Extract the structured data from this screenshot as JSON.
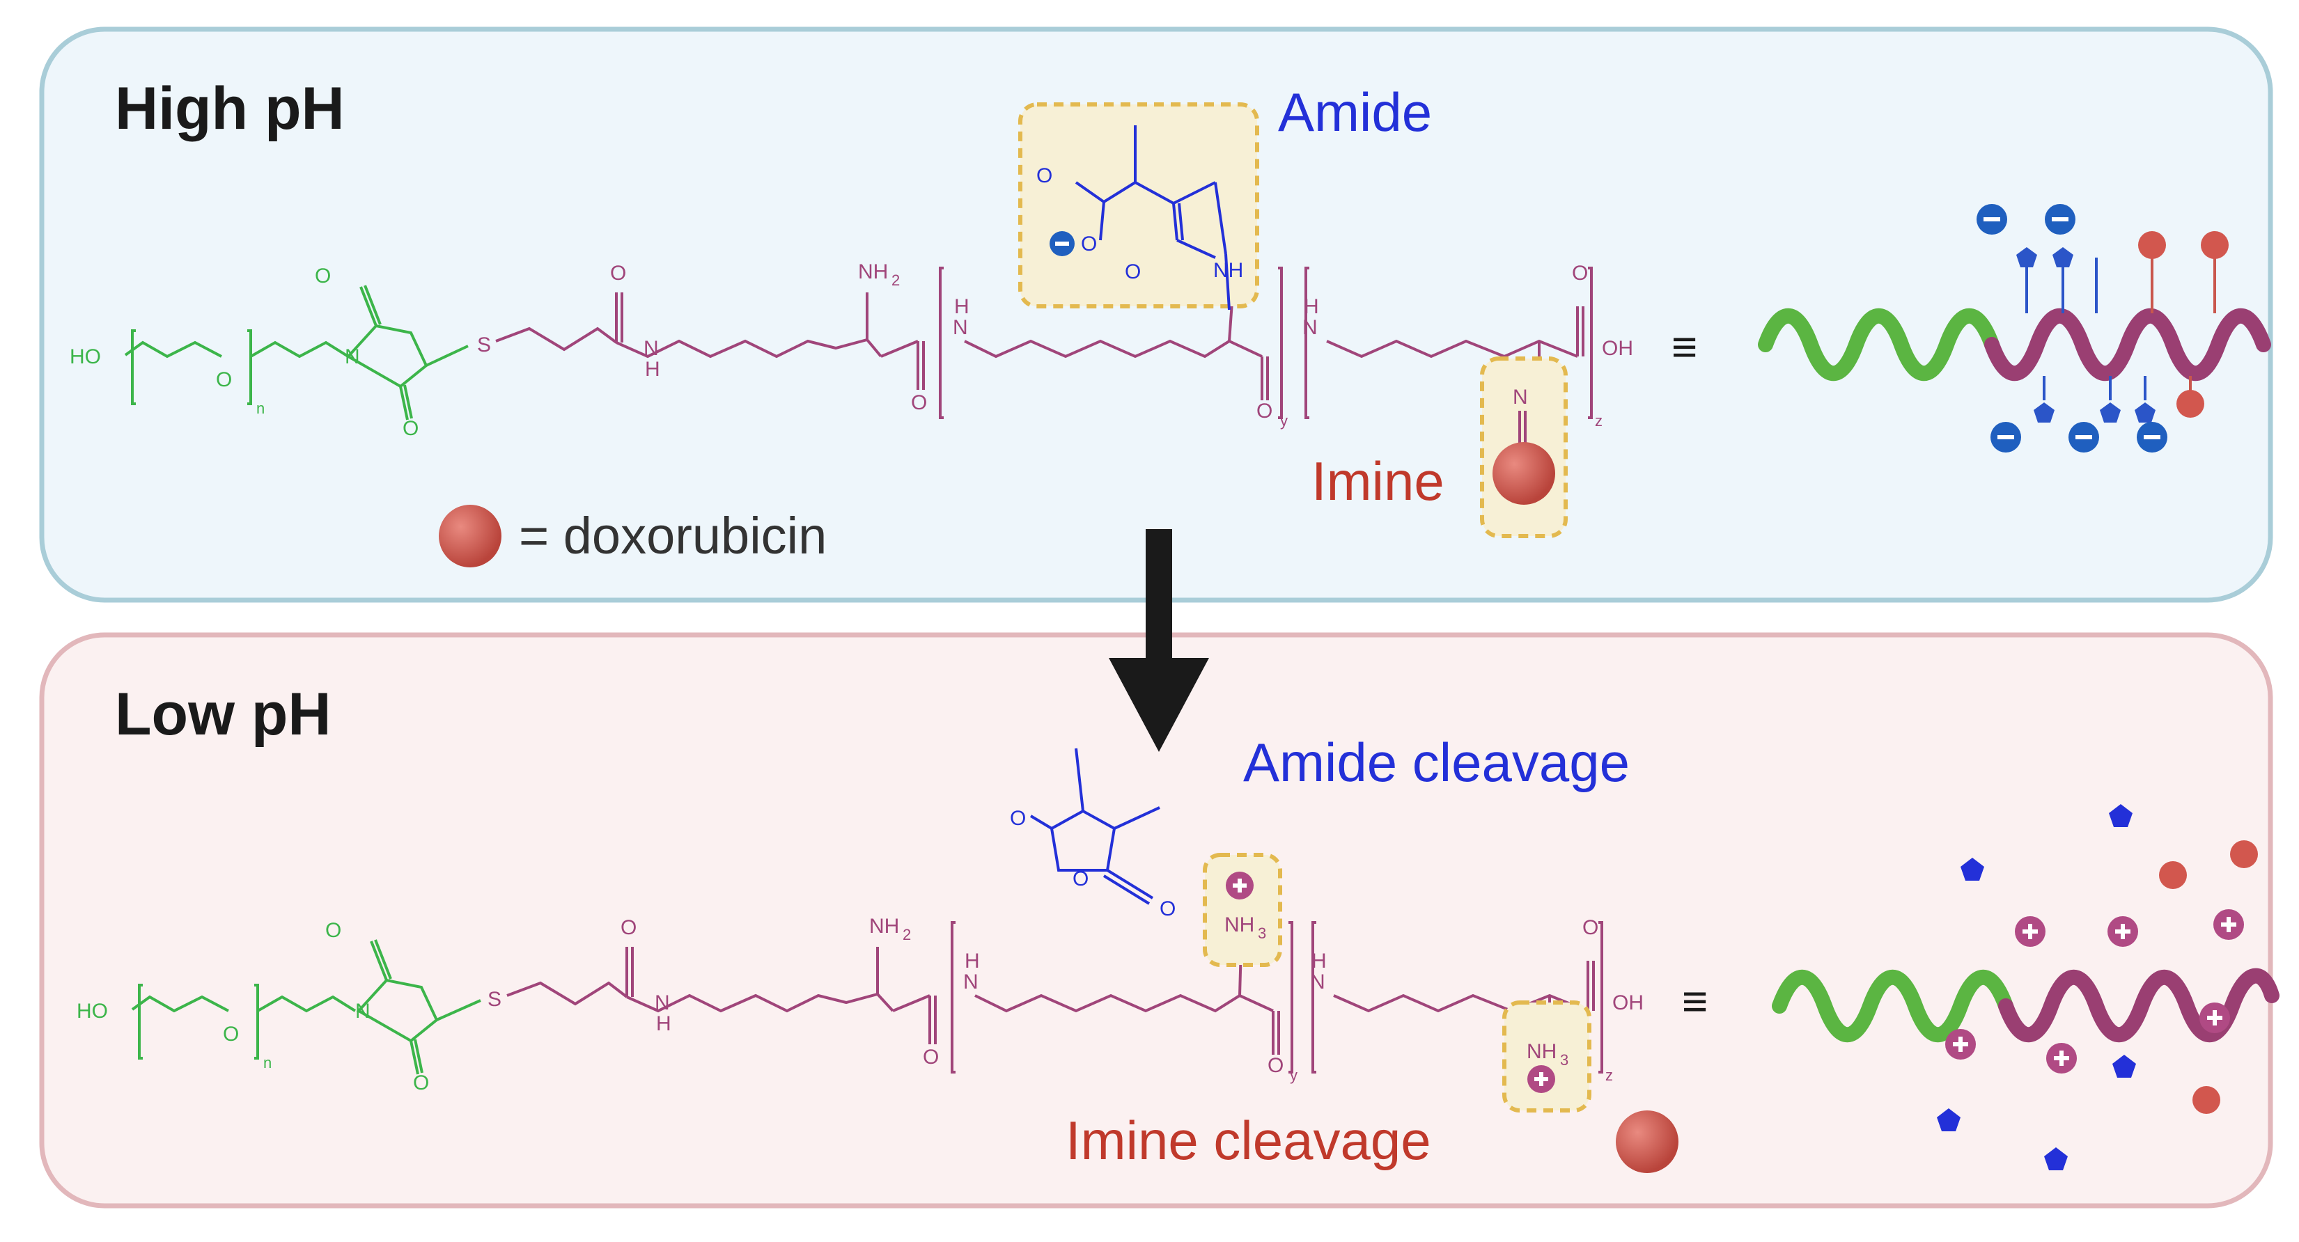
{
  "panels": {
    "high": {
      "title": "High pH",
      "amide_label": "Amide",
      "imine_label": "Imine"
    },
    "low": {
      "title": "Low pH",
      "amide_label": "Amide cleavage",
      "imine_label": "Imine cleavage"
    }
  },
  "legend": {
    "text": "= doxorubicin"
  },
  "atoms": {
    "HO": "HO",
    "O": "O",
    "N": "N",
    "S": "S",
    "H": "H",
    "OH": "OH",
    "NH": "NH",
    "NH2": "NH",
    "NH3": "NH",
    "two": "2",
    "three": "3",
    "n": "n",
    "y": "y",
    "z": "z",
    "equiv": "≡"
  },
  "colors": {
    "high_bg": "#eef6fb",
    "high_border": "#a9cdd8",
    "low_bg": "#fbf1f1",
    "low_border": "#e2b7bb",
    "peg": "#3cb54a",
    "lysine": "#a0457a",
    "amide_blue": "#2330d8",
    "imine_red": "#c0392b",
    "dox": "#d2574e",
    "highlight": "#e3b94f",
    "arrow": "#1a1a1a"
  }
}
